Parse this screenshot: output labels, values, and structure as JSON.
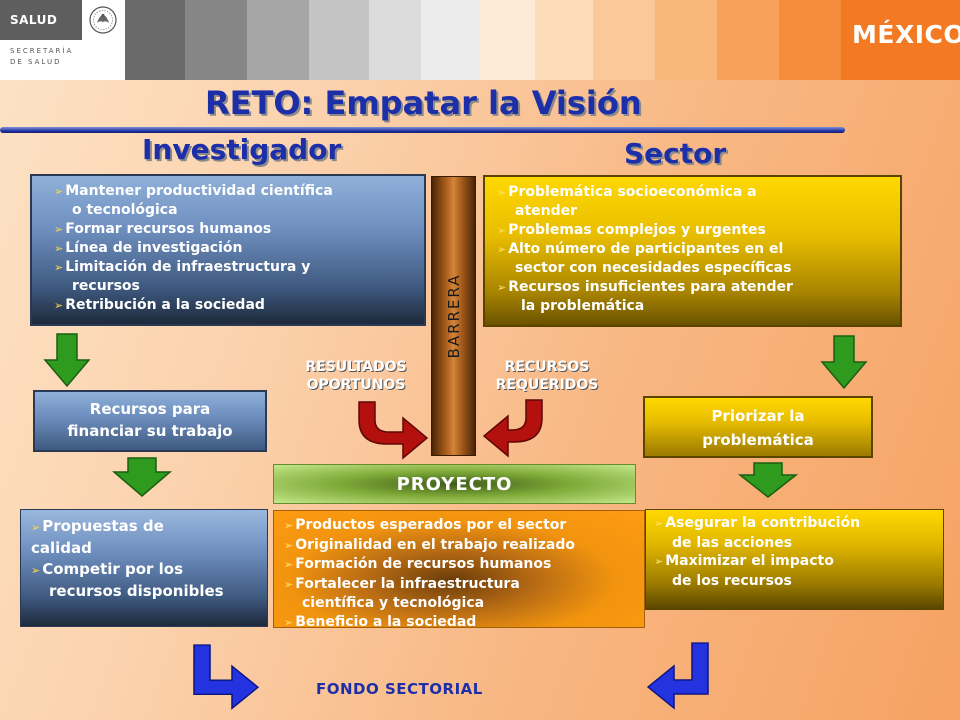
{
  "header": {
    "salud_label": "SALUD",
    "secretaria_line1": "SECRETARÍA",
    "secretaria_line2": "DE SALUD",
    "mexico_label": "MÉXICO"
  },
  "title": "RETO: Empatar la Visión",
  "investigador": {
    "title": "Investigador",
    "needs": [
      {
        "line1": "Mantener productividad científica",
        "line2": "o  tecnológica"
      },
      {
        "line1": "Formar recursos humanos",
        "line2": ""
      },
      {
        "line1": "Línea de investigación",
        "line2": ""
      },
      {
        "line1": "Limitación de infraestructura y",
        "line2": "recursos"
      },
      {
        "line1": "Retribución a la sociedad",
        "line2": ""
      }
    ],
    "funding_line1": "Recursos para",
    "funding_line2": "financiar su trabajo",
    "outcomes": [
      {
        "line1": "Propuestas de",
        "line2": "calidad"
      },
      {
        "line1": "Competir por los",
        "line2": "recursos disponibles"
      }
    ]
  },
  "sector": {
    "title": "Sector",
    "needs": [
      {
        "line1": "Problemática socioeconómica a",
        "line2": "atender"
      },
      {
        "line1": "Problemas complejos y urgentes",
        "line2": ""
      },
      {
        "line1": "Alto número de participantes en el",
        "line2": "sector con necesidades  específicas"
      },
      {
        "line1": "Recursos insuficientes para atender",
        "line2": "la  problemática"
      }
    ],
    "priorizar_line1": "Priorizar la",
    "priorizar_line2": "problemática",
    "outcomes": [
      {
        "line1": "Asegurar la contribución",
        "line2": "de las acciones"
      },
      {
        "line1": "Maximizar el impacto",
        "line2": "de los recursos"
      }
    ]
  },
  "barrera_label": "BARRERA",
  "resultados_line1": "RESULTADOS",
  "resultados_line2": "OPORTUNOS",
  "recursos_line1": "RECURSOS",
  "recursos_line2": "REQUERIDOS",
  "proyecto": {
    "title": "PROYECTO",
    "items": [
      {
        "line1": "Productos esperados por el sector",
        "line2": ""
      },
      {
        "line1": "Originalidad en el trabajo realizado",
        "line2": ""
      },
      {
        "line1": "Formación de recursos humanos",
        "line2": ""
      },
      {
        "line1": "Fortalecer la infraestructura",
        "line2": "científica y  tecnológica"
      },
      {
        "line1": "Beneficio a la sociedad",
        "line2": ""
      }
    ]
  },
  "fondo_label": "FONDO SECTORIAL",
  "colors": {
    "title_blue": "#1c2fa8",
    "green_arrow": "#2e9a1e",
    "red_arrow": "#b3100e",
    "blue_arrow": "#2433e0",
    "gold": "#ffd800",
    "orange": "#ff9c12"
  }
}
